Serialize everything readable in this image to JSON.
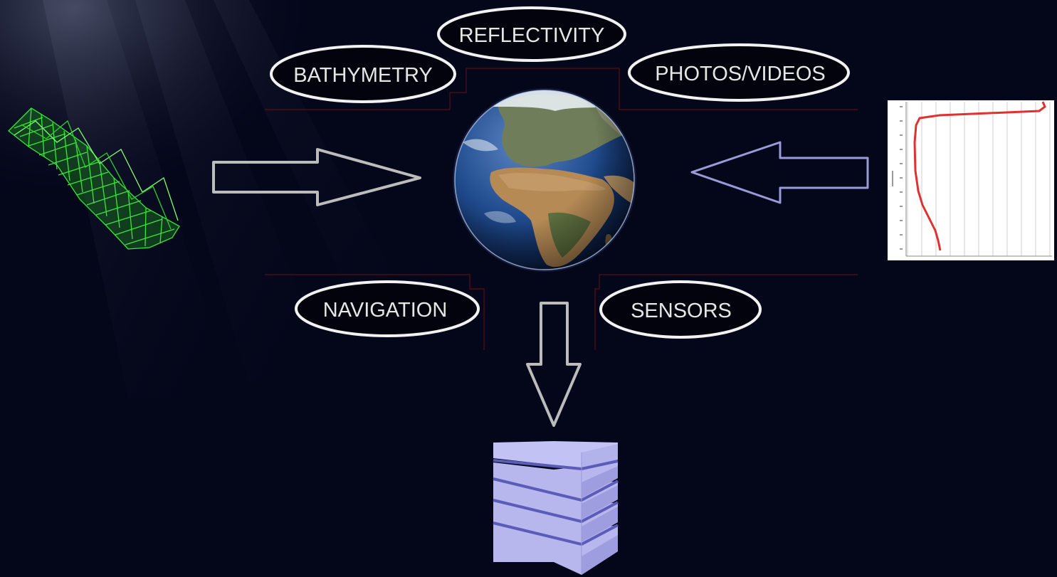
{
  "diagram": {
    "labels": {
      "reflectivity": "REFLECTIVITY",
      "bathymetry": "BATHYMETRY",
      "photos_videos": "PHOTOS/VIDEOS",
      "navigation": "NAVIGATION",
      "sensors": "SENSORS"
    },
    "icons": {
      "center": "earth-globe-icon",
      "left_input": "bathymetry-mesh-icon",
      "right_input": "sound-velocity-profile-chart-icon",
      "output": "database-stack-icon"
    },
    "colors": {
      "background": "#04061a",
      "label_text": "#e6e6e6",
      "ellipse_stroke": "#f2f2f2",
      "left_arrow_stroke": "#bcbcbc",
      "right_arrow_stroke": "#9a9ad8",
      "down_arrow_stroke": "#bcbcbc",
      "connector_lines": "#5a0c14",
      "mesh": "#39e63a",
      "profile_curve": "#e03030",
      "stack_face": "#b7b7ee",
      "stack_gap": "#5b5bb8"
    }
  }
}
